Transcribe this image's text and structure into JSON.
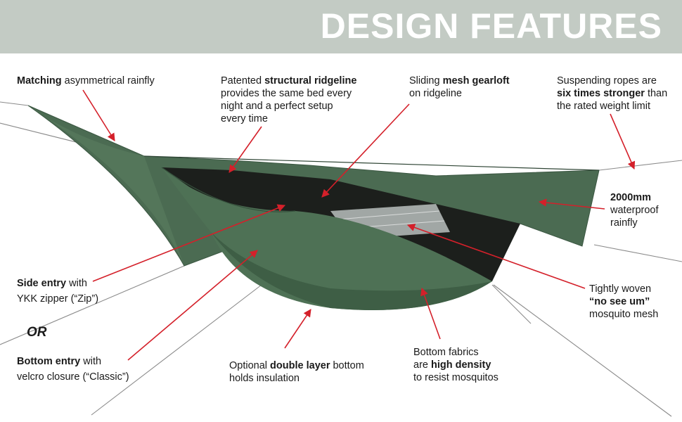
{
  "header": {
    "title": "DESIGN FEATURES"
  },
  "colors": {
    "banner": "#c3cbc4",
    "fabric": "#4b6b52",
    "fabric_dark": "#35503c",
    "mesh": "#1c1f1c",
    "arrow": "#d4202a"
  },
  "labels": {
    "rainfly": {
      "bold": "Matching",
      "rest": " asymmetrical rainfly"
    },
    "ridgeline": {
      "pre": "Patented ",
      "bold": "structural ridgeline",
      "line2": "provides the same bed every",
      "line3": "night and a perfect setup",
      "line4": "every time"
    },
    "gearloft": {
      "pre": "Sliding ",
      "bold": "mesh gearloft",
      "line2": "on ridgeline"
    },
    "ropes": {
      "line1": "Suspending ropes are",
      "bold": "six times stronger",
      "rest": " than",
      "line3": "the rated weight limit"
    },
    "waterproof": {
      "bold": "2000mm",
      "line2": "waterproof",
      "line3": "rainfly"
    },
    "side_entry": {
      "bold": "Side entry",
      "rest": " with",
      "line2": "YKK zipper (“Zip”)"
    },
    "or": "OR",
    "bottom_entry": {
      "bold": "Bottom entry",
      "rest": " with",
      "line2": "velcro closure (“Classic”)"
    },
    "mesh": {
      "line1": "Tightly woven",
      "bold": "“no see um”",
      "line3": "mosquito mesh"
    },
    "double_layer": {
      "pre": "Optional ",
      "bold": "double layer",
      "rest": " bottom",
      "line2": "holds insulation"
    },
    "bottom_fabric": {
      "line1": "Bottom fabrics",
      "pre": "are ",
      "bold": "high density",
      "line3": "to resist mosquitos"
    }
  }
}
